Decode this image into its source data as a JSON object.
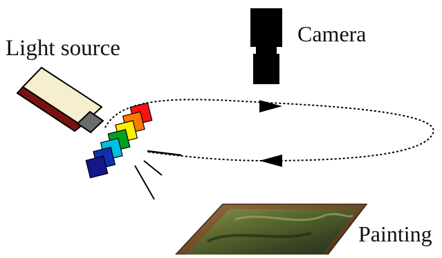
{
  "labels": {
    "light_source": "Light source",
    "camera": "Camera",
    "painting": "Painting"
  },
  "colors": {
    "background": "#ffffff",
    "ink": "#111111",
    "light_body": "#f5efcf",
    "light_base": "#7a1212",
    "light_lens": "#6b6b6b",
    "camera_body": "#000000",
    "frame": "#7a5530",
    "canvas_dark": "#2a3318",
    "canvas_light": "#7d8a45"
  },
  "filters": {
    "count": 7,
    "colors": [
      "#ff1010",
      "#ff7a00",
      "#ffee00",
      "#00a020",
      "#00c0e0",
      "#1030b0",
      "#16168a"
    ]
  },
  "icons": {
    "light": "light-source-icon",
    "camera": "camera-icon",
    "painting": "painting-icon",
    "orbit": "orbit-path",
    "filters": "color-filter-stack"
  }
}
